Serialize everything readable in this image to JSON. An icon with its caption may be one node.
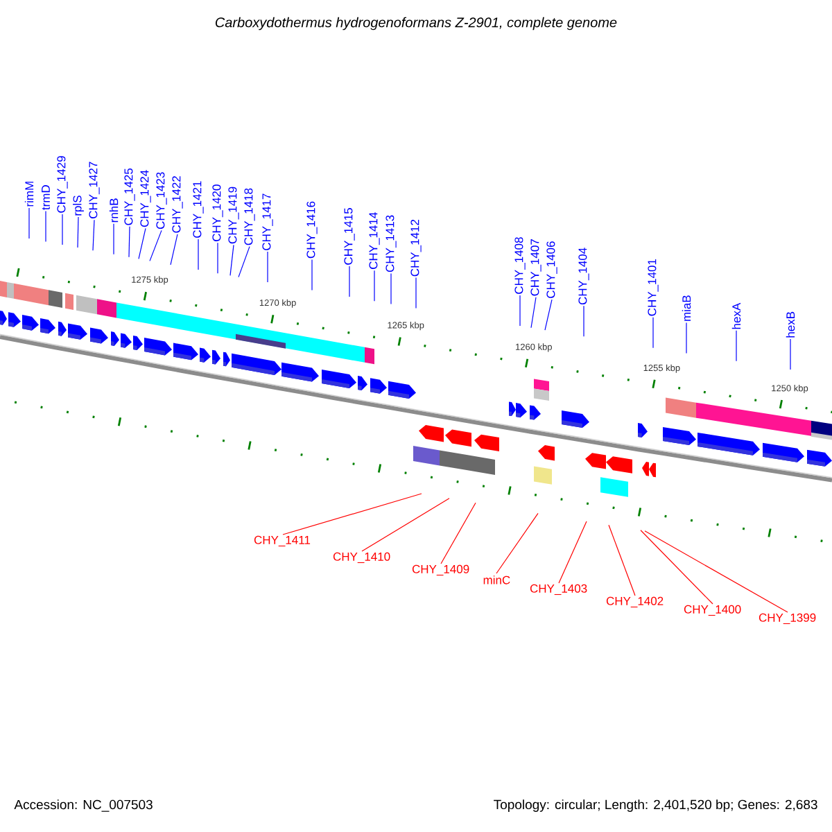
{
  "diagram": {
    "title": "Carboxydothermus hydrogenoformans Z-2901, complete genome",
    "nodes": [
      {
        "text": [
          "CHY_1427"
        ]
      },
      {
        "text": [
          "rnhB"
        ]
      },
      {
        "text": [
          "CHY_1421"
        ]
      },
      {
        "text": [
          "CHY_1425"
        ]
      },
      {
        "text": [
          "CHY_1420"
        ]
      },
      {
        "text": [
          "trmD"
        ]
      },
      {
        "text": [
          "CHY_1429"
        ]
      },
      {
        "text": [
          "CHY_1424"
        ]
      },
      {
        "text": [
          "CHY_1419"
        ]
      },
      {
        "text": [
          "rimM"
        ]
      },
      {
        "text": [
          "CHY_1415"
        ]
      },
      {
        "text": [
          "rplS"
        ]
      },
      {
        "text": [
          "CHY_1423"
        ]
      },
      {
        "text": [
          "CHY_1418"
        ]
      },
      {
        "text": [
          "CHY_1414"
        ]
      },
      {
        "text": [
          "CHY_1422"
        ]
      },
      {
        "text": [
          "CHY_1417"
        ]
      },
      {
        "text": [
          "CHY_1407"
        ]
      },
      {
        "text": [
          "CHY_1416"
        ]
      },
      {
        "text": [
          "CHY_1413"
        ]
      },
      {
        "text": [
          "CHY_1406"
        ]
      },
      {
        "text": [
          "CHY_1412"
        ]
      },
      {
        "text": [
          "CHY_1404"
        ]
      },
      {
        "text": [
          "CHY_1401"
        ]
      },
      {
        "text": [
          "CHY_1408"
        ]
      },
      {
        "text": [
          "miaB"
        ]
      },
      {
        "text": [
          "hexA"
        ]
      },
      {
        "text": [
          "hexB"
        ]
      },
      {
        "text": [
          "CHY_1411"
        ]
      },
      {
        "text": [
          "CHY_1410"
        ]
      },
      {
        "text": [
          "CHY_1409"
        ]
      },
      {
        "text": [
          "minC"
        ]
      },
      {
        "text": [
          "CHY_1403"
        ]
      },
      {
        "text": [
          "CHY_1402"
        ]
      },
      {
        "text": [
          "CHY_1400"
        ]
      },
      {
        "text": [
          "CHY_1399"
        ]
      }
    ],
    "edges": [
      {
        "from": 0,
        "to": null,
        "arrow": "none"
      },
      {
        "from": 1,
        "to": null,
        "arrow": "none"
      },
      {
        "from": 2,
        "to": null,
        "arrow": "none"
      },
      {
        "from": 3,
        "to": null,
        "arrow": "none"
      },
      {
        "from": 4,
        "to": null,
        "arrow": "none"
      },
      {
        "from": 5,
        "to": null,
        "arrow": "none"
      },
      {
        "from": 6,
        "to": null,
        "arrow": "none"
      },
      {
        "from": 7,
        "to": null,
        "arrow": "none"
      },
      {
        "from": 8,
        "to": null,
        "arrow": "none"
      },
      {
        "from": 9,
        "to": null,
        "arrow": "none"
      },
      {
        "from": 10,
        "to": null,
        "arrow": "none"
      },
      {
        "from": 11,
        "to": null,
        "arrow": "none"
      },
      {
        "from": 12,
        "to": null,
        "arrow": "none"
      },
      {
        "from": 13,
        "to": null,
        "arrow": "none"
      },
      {
        "from": 14,
        "to": null,
        "arrow": "none"
      },
      {
        "from": 15,
        "to": null,
        "arrow": "none"
      },
      {
        "from": 16,
        "to": null,
        "arrow": "none"
      },
      {
        "from": 17,
        "to": null,
        "arrow": "none"
      },
      {
        "from": 18,
        "to": null,
        "arrow": "none"
      },
      {
        "from": 19,
        "to": null,
        "arrow": "none"
      },
      {
        "from": 20,
        "to": null,
        "arrow": "none"
      },
      {
        "from": 21,
        "to": null,
        "arrow": "none"
      },
      {
        "from": 22,
        "to": null,
        "arrow": "none"
      },
      {
        "from": 23,
        "to": null,
        "arrow": "none"
      },
      {
        "from": 24,
        "to": null,
        "arrow": "none"
      },
      {
        "from": 25,
        "to": null,
        "arrow": "none"
      },
      {
        "from": 26,
        "to": null,
        "arrow": "none"
      },
      {
        "from": 27,
        "to": null,
        "arrow": "none"
      },
      {
        "from": 28,
        "to": null,
        "arrow": "none",
        "color": "#ff0000"
      },
      {
        "from": 29,
        "to": null,
        "arrow": "none",
        "color": "#ff0000"
      },
      {
        "from": 30,
        "to": null,
        "arrow": "none",
        "color": "#ff0000"
      },
      {
        "from": 31,
        "to": null,
        "arrow": "none",
        "color": "#ff0000"
      },
      {
        "from": 32,
        "to": null,
        "arrow": "none",
        "color": "#ff0000"
      },
      {
        "from": 33,
        "to": null,
        "arrow": "none",
        "color": "#ff0000"
      },
      {
        "from": 34,
        "to": null,
        "arrow": "none",
        "color": "#ff0000"
      },
      {
        "from": 35,
        "to": null,
        "arrow": "none",
        "color": "#ff0000"
      }
    ],
    "labels": [
      "1275 kbp",
      "1270 kbp",
      "1265 kbp",
      "1260 kbp",
      "1255 kbp",
      "1250 kbp",
      "Accession: NC_007503",
      "Topology: circular; Length: 2,401,520 bp; Genes: 2,683"
    ]
  }
}
